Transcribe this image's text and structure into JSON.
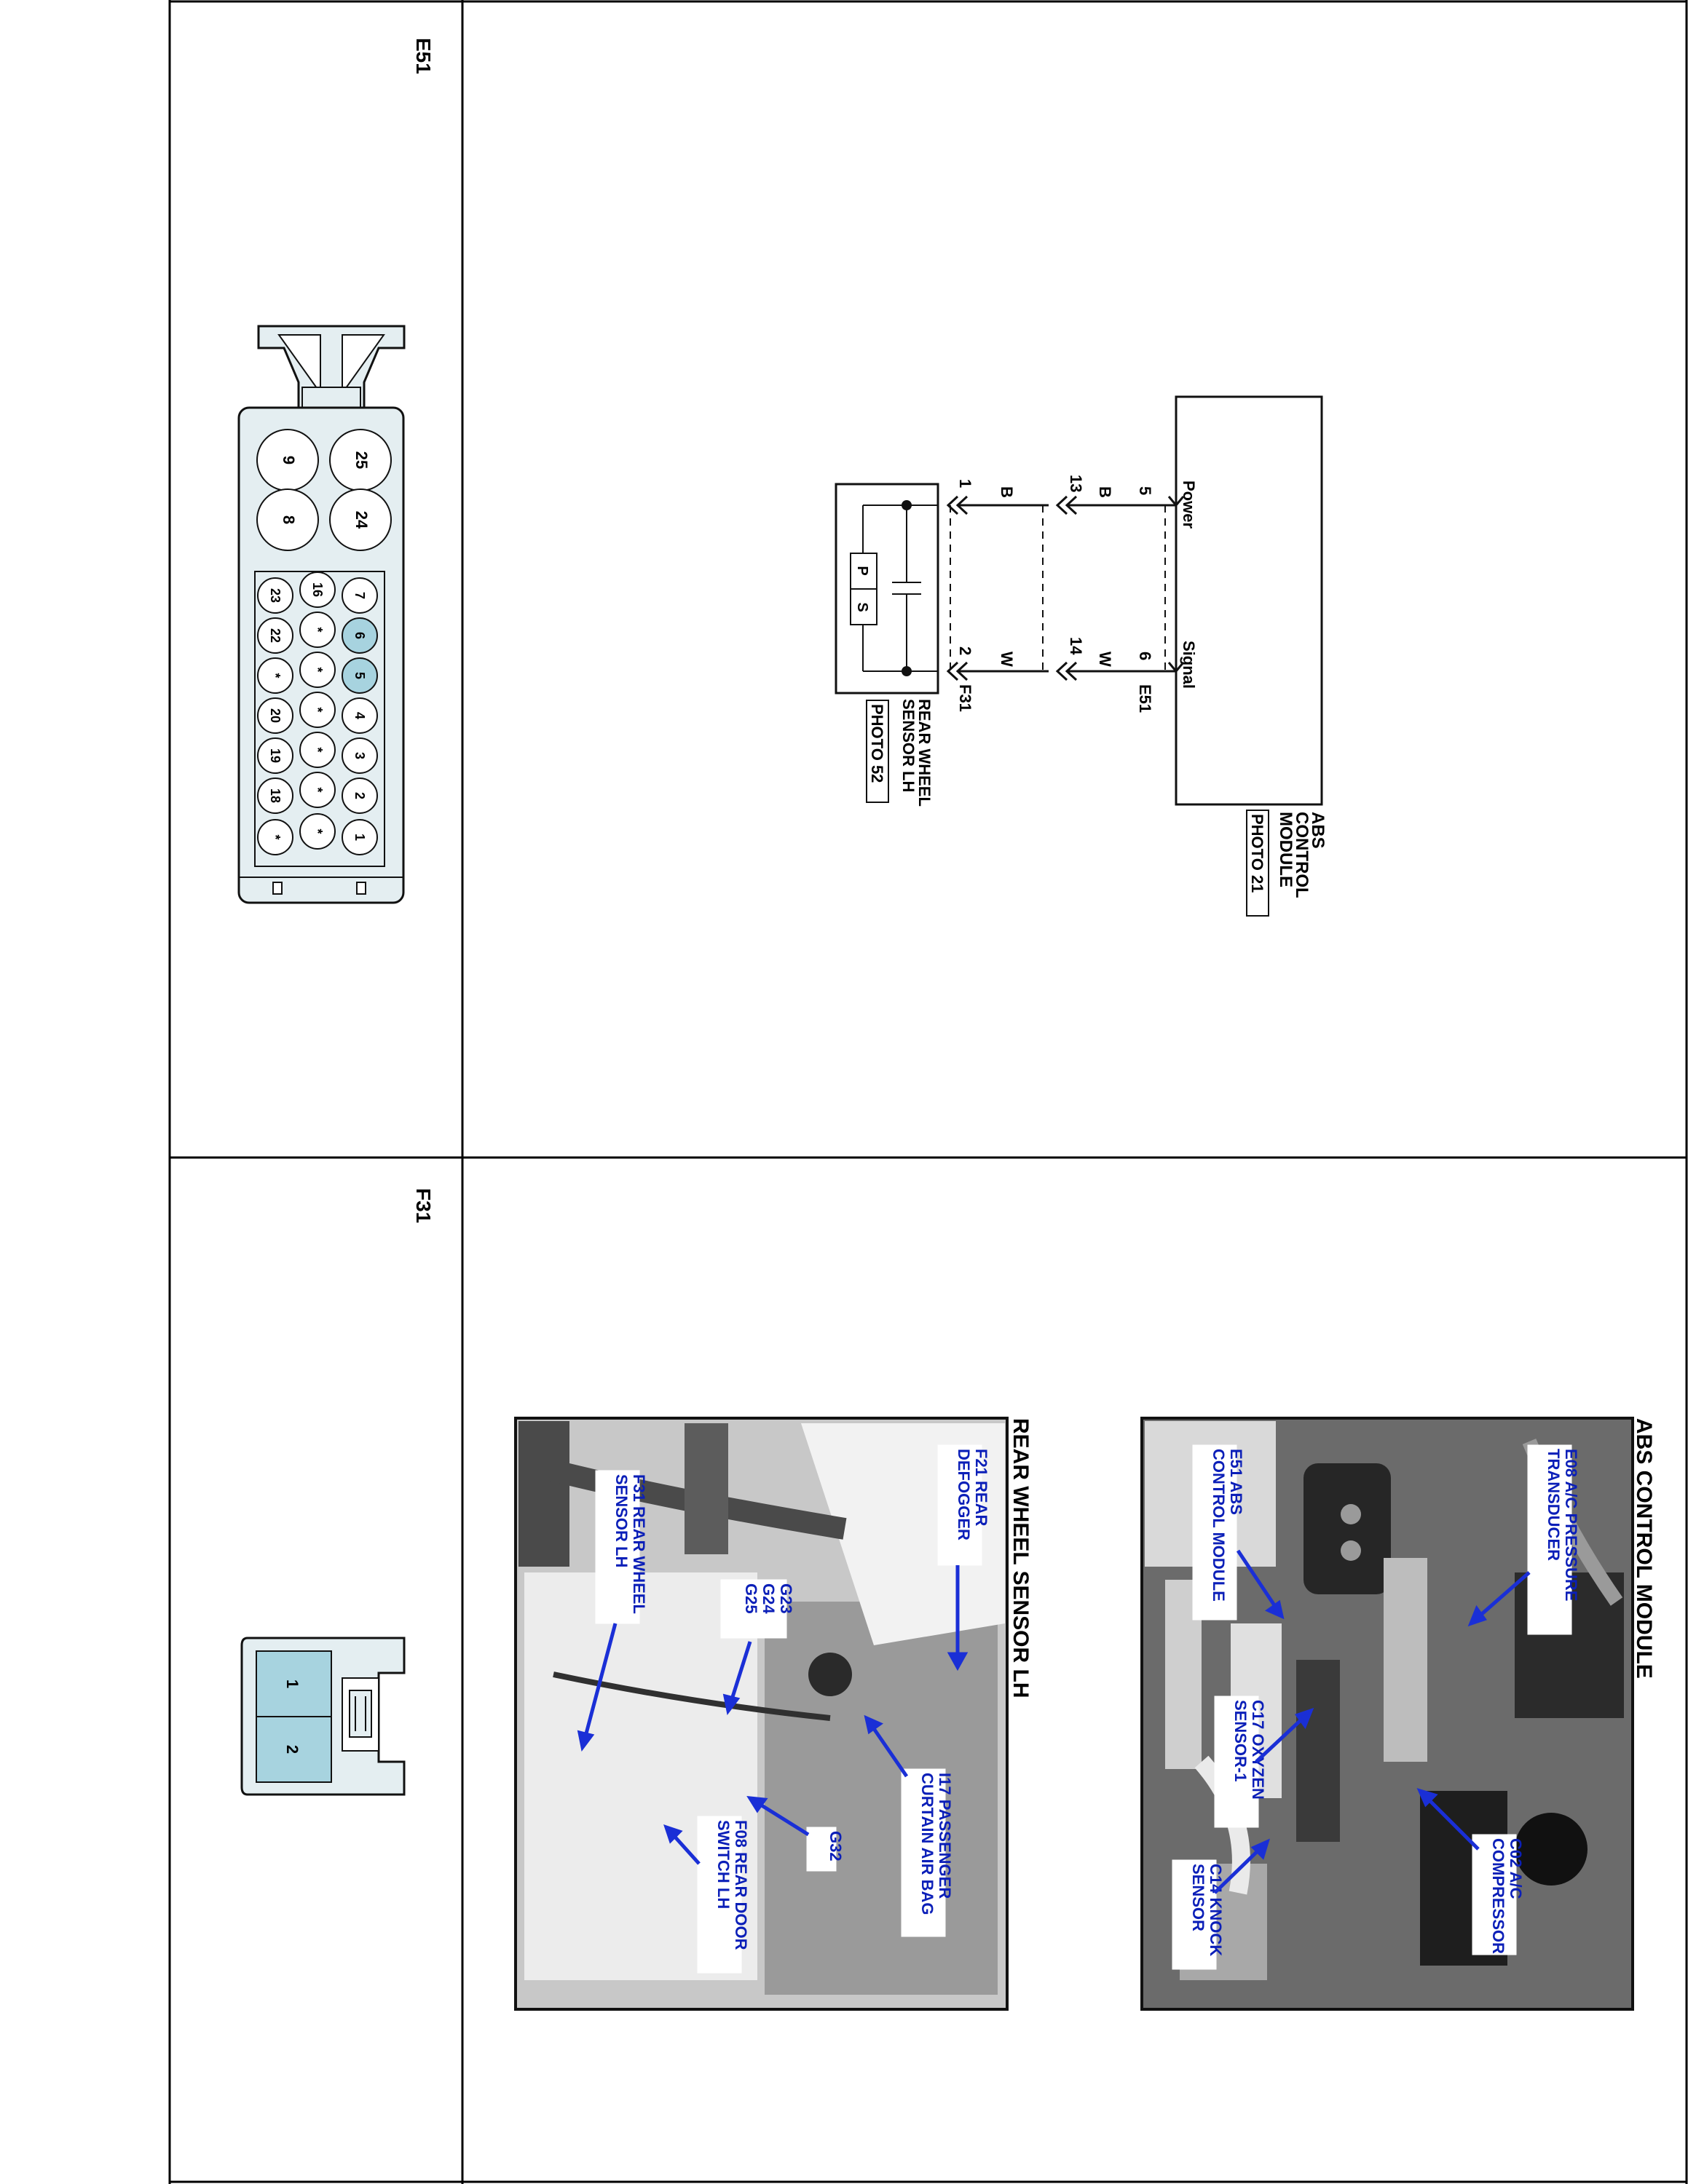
{
  "connectors": {
    "e51": {
      "id": "E51",
      "pins_large": [
        "25",
        "9",
        "24",
        "8"
      ],
      "pins_top_row": [
        "7",
        "6",
        "5",
        "4",
        "3",
        "2",
        "1"
      ],
      "pins_mid_row": [
        "16",
        "*",
        "*",
        "*",
        "*",
        "*",
        "*"
      ],
      "pins_bottom_row": [
        "23",
        "22",
        "*",
        "20",
        "19",
        "18",
        "*"
      ],
      "highlighted_pins": [
        "6",
        "5"
      ],
      "highlight_color": "#a7d3df"
    },
    "f31": {
      "id": "F31",
      "pins": [
        "1",
        "2"
      ],
      "pin_color": "#a7d3df"
    }
  },
  "schematic": {
    "abs_module": {
      "name_line1": "ABS",
      "name_line2": "CONTROL",
      "name_line3": "MODULE",
      "photo_ref": "PHOTO 21",
      "connector": "E51",
      "pin_power_name": "Power",
      "pin_signal_name": "Signal",
      "pin_power": "5",
      "pin_signal": "6"
    },
    "inline": {
      "pin_a": "13",
      "pin_b": "14"
    },
    "wires": {
      "upper_a": "B",
      "upper_b": "W",
      "lower_a": "B",
      "lower_b": "W"
    },
    "sensor": {
      "name_line1": "REAR WHEEL",
      "name_line2": "SENSOR LH",
      "photo_ref": "PHOTO 52",
      "connector": "F31",
      "pin_a": "1",
      "pin_b": "2",
      "terminal_p": "P",
      "terminal_s": "S"
    }
  },
  "photos": {
    "abs": {
      "title": "ABS CONTROL MODULE",
      "callouts": {
        "e08_l1": "E08 A/C PRESSURE",
        "e08_l2": "TRANSDUCER",
        "e51_l1": "E51 ABS",
        "e51_l2": "CONTROL MODULE",
        "c17_l1": "C17 OXYZEN",
        "c17_l2": "SENSOR-1",
        "c02_l1": "C02 A/C",
        "c02_l2": "COMPRESSOR",
        "c14_l1": "C14 KNOCK",
        "c14_l2": "SENSOR"
      }
    },
    "rear": {
      "title": "REAR WHEEL SENSOR LH",
      "callouts": {
        "f21_l1": "F21 REAR",
        "f21_l2": "DEFOGGER",
        "f31_l1": "F31 REAR WHEEL",
        "f31_l2": "SENSOR LH",
        "g23": "G23",
        "g24": "G24",
        "g25": "G25",
        "i17_l1": "I17 PASSENGER",
        "i17_l2": "CURTAIN AIR BAG",
        "g32": "G32",
        "f08_l1": "F08 REAR DOOR",
        "f08_l2": "SWITCH LH"
      }
    }
  }
}
